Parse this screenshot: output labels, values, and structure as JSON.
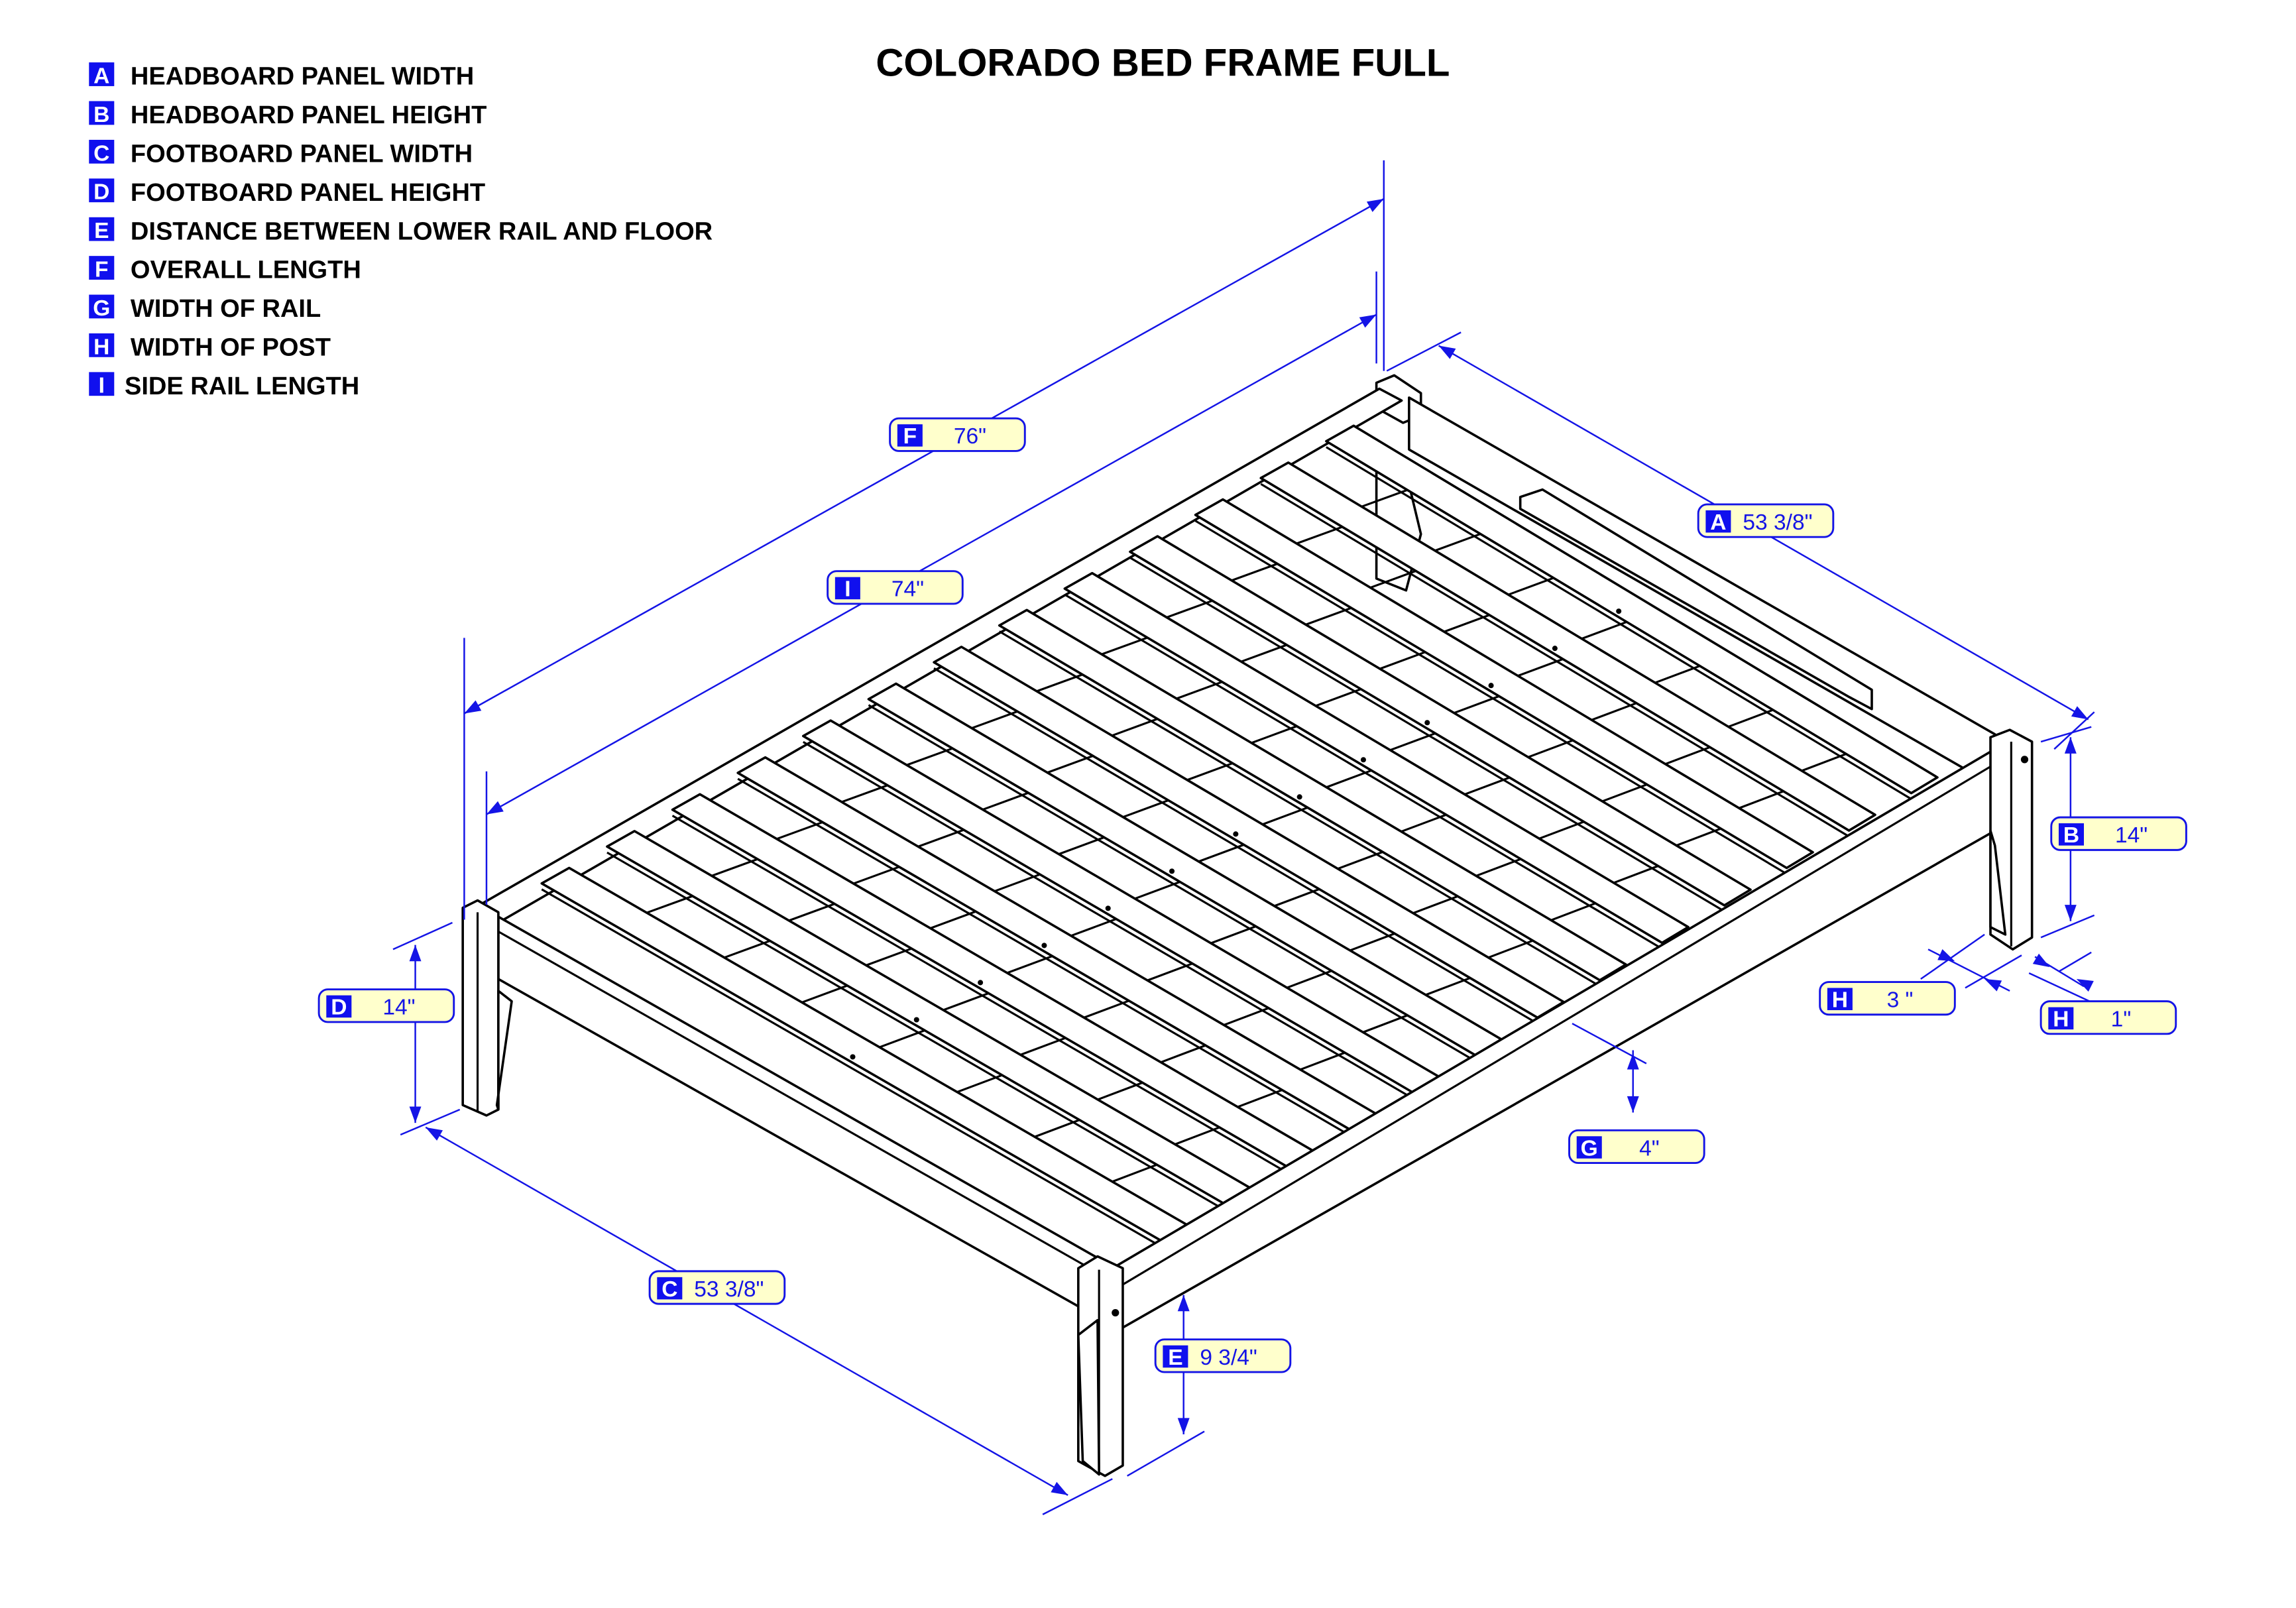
{
  "title": "COLORADO BED FRAME FULL",
  "legend": [
    {
      "letter": "A",
      "text": "HEADBOARD PANEL WIDTH"
    },
    {
      "letter": "B",
      "text": "HEADBOARD PANEL HEIGHT"
    },
    {
      "letter": "C",
      "text": "FOOTBOARD PANEL WIDTH"
    },
    {
      "letter": "D",
      "text": "FOOTBOARD PANEL HEIGHT"
    },
    {
      "letter": "E",
      "text": "DISTANCE BETWEEN LOWER RAIL AND FLOOR"
    },
    {
      "letter": "F",
      "text": "OVERALL LENGTH"
    },
    {
      "letter": "G",
      "text": "WIDTH OF RAIL"
    },
    {
      "letter": "H",
      "text": "WIDTH OF POST"
    },
    {
      "letter": "I",
      "text": "SIDE RAIL LENGTH"
    }
  ],
  "dimensions": {
    "F": {
      "letter": "F",
      "value": "76\""
    },
    "I": {
      "letter": "I",
      "value": "74\""
    },
    "A": {
      "letter": "A",
      "value": "53 3/8\""
    },
    "B": {
      "letter": "B",
      "value": "14\""
    },
    "D": {
      "letter": "D",
      "value": "14\""
    },
    "C": {
      "letter": "C",
      "value": "53 3/8\""
    },
    "E": {
      "letter": "E",
      "value": "9 3/4\""
    },
    "G": {
      "letter": "G",
      "value": "4\""
    },
    "H3": {
      "letter": "H",
      "value": "3 \""
    },
    "H1": {
      "letter": "H",
      "value": "1\""
    }
  },
  "colors": {
    "dimension": "#1414e6",
    "tag_fill": "#ffffcc",
    "letter_box": "#1010ee"
  }
}
